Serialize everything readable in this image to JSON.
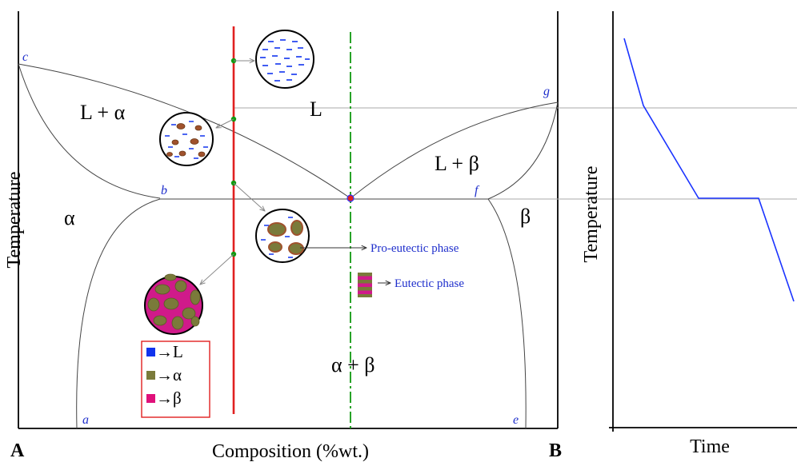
{
  "phase_diagram": {
    "axis_left_label": "Temperature",
    "axis_bottom_label": "Composition (%wt.)",
    "corner_left": "A",
    "corner_right": "B",
    "regions": {
      "liquid": "L",
      "l_alpha": "L + α",
      "l_beta": "L + β",
      "alpha": "α",
      "beta": "β",
      "alpha_beta": "α + β"
    },
    "points": {
      "a": "a",
      "b": "b",
      "c": "c",
      "e": "e",
      "f": "f",
      "g": "g"
    },
    "annotations": {
      "pro_eutectic": "Pro-eutectic phase",
      "eutectic": "Eutectic phase"
    },
    "legend": {
      "items": [
        {
          "label": "→L",
          "color": "#1133ee"
        },
        {
          "label": "→α",
          "color": "#7a7a3a"
        },
        {
          "label": "→β",
          "color": "#e0107a"
        }
      ],
      "border_color": "#e02020"
    },
    "colors": {
      "off_eutectic_line": "#e02020",
      "eutectic_line": "#119911",
      "liquid_dash": "#1133ee",
      "alpha_grain": "#a0522d",
      "beta_matrix": "#d01a8a",
      "label_blue": "#1f2fcc"
    }
  },
  "cooling_curve": {
    "axis_left_label": "Temperature",
    "axis_bottom_label": "Time",
    "line_color": "#1a33ff"
  }
}
